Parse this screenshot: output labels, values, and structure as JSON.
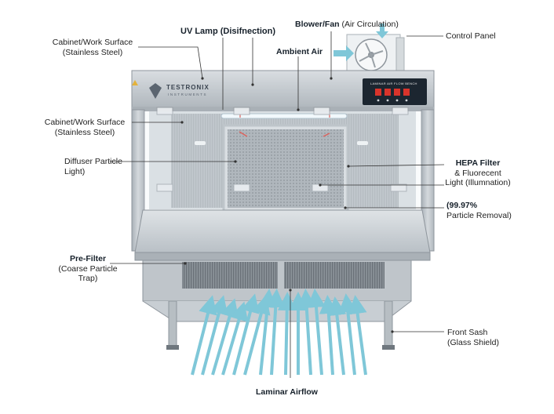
{
  "brand": {
    "name": "TESTRONIX",
    "sub": "INSTRUMENTS"
  },
  "control_panel_text": "LAMINAR AIR FLOW BENCH",
  "labels": {
    "cabinet_top": {
      "line1": "Cabinet/Work Surface",
      "line2": "(Stainless Steel)"
    },
    "uv_lamp": "UV Lamp (Disifnection)",
    "blower": {
      "bold": "Blower/Fan",
      "rest": " (Air Circulation)"
    },
    "control_panel": "Control Panel",
    "ambient_air": "Ambient Air",
    "cabinet_mid": {
      "line1": "Cabinet/Work Surface",
      "line2": "(Stainless Steel)"
    },
    "diffuser": {
      "line1": "Diffuser Particle",
      "line2": "Light)"
    },
    "hepa": {
      "line1": "HEPA Filter",
      "line2": "& Fluorecent",
      "line3": "Light (Illumnation)"
    },
    "removal": {
      "line1": "(99.97%",
      "line2": "Particle Removal)"
    },
    "prefilter": {
      "line1": "Pre-Filter",
      "line2": "(Coarse Particle",
      "line3": "Trap)"
    },
    "front_sash": {
      "line1": "Front Sash",
      "line2": "(Glass Shield)"
    },
    "laminar": "Laminar Airflow"
  },
  "colors": {
    "steel": "#c9ced3",
    "steel_dark": "#8e959c",
    "glass": "#e9f1f5",
    "arrow": "#7fc7d8",
    "accent_arrow": "#d9342b",
    "panel": "#1c2630"
  }
}
